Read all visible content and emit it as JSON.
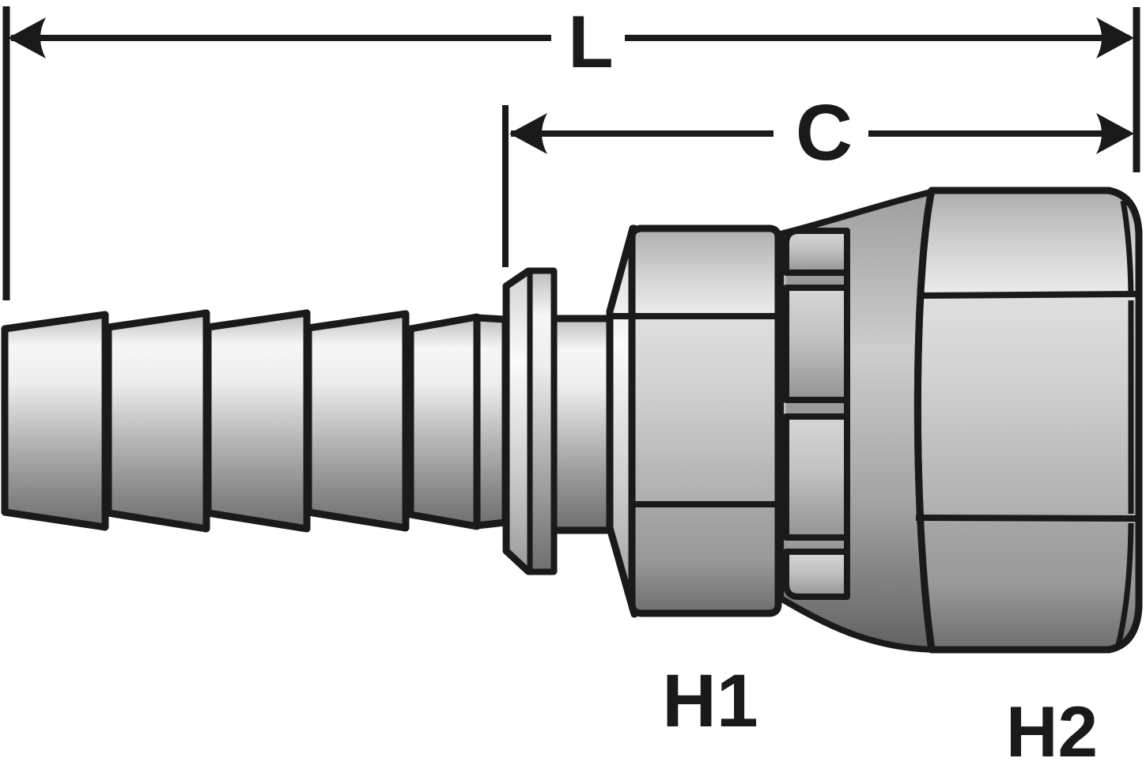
{
  "drawing": {
    "dimension_labels": {
      "l": "L",
      "c": "C"
    },
    "part_labels": {
      "h1": "H1",
      "h2": "H2"
    }
  },
  "colors": {
    "line": "#1a1a1a",
    "background": "#ffffff",
    "metal_highlight": "#f6f6f6",
    "metal_mid": "#bcbcbc",
    "metal_shadow": "#6f6f6f",
    "flare_shadow": "#616161",
    "slot_gray": "#9a9a9a"
  }
}
